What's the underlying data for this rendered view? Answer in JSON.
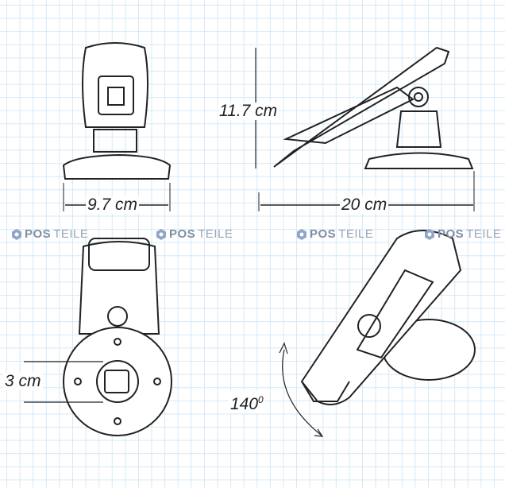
{
  "dimensions": {
    "front_width": "9.7 cm",
    "height": "11.7 cm",
    "depth": "20 cm",
    "base_hole": "3 cm",
    "tilt_angle_value": "140",
    "tilt_angle_unit": "0"
  },
  "watermark": {
    "brand_bold": "POS",
    "brand_light": "TEILE"
  },
  "colors": {
    "grid": "#d3e9f7",
    "line": "#222222",
    "watermark": "#8a97ab"
  }
}
